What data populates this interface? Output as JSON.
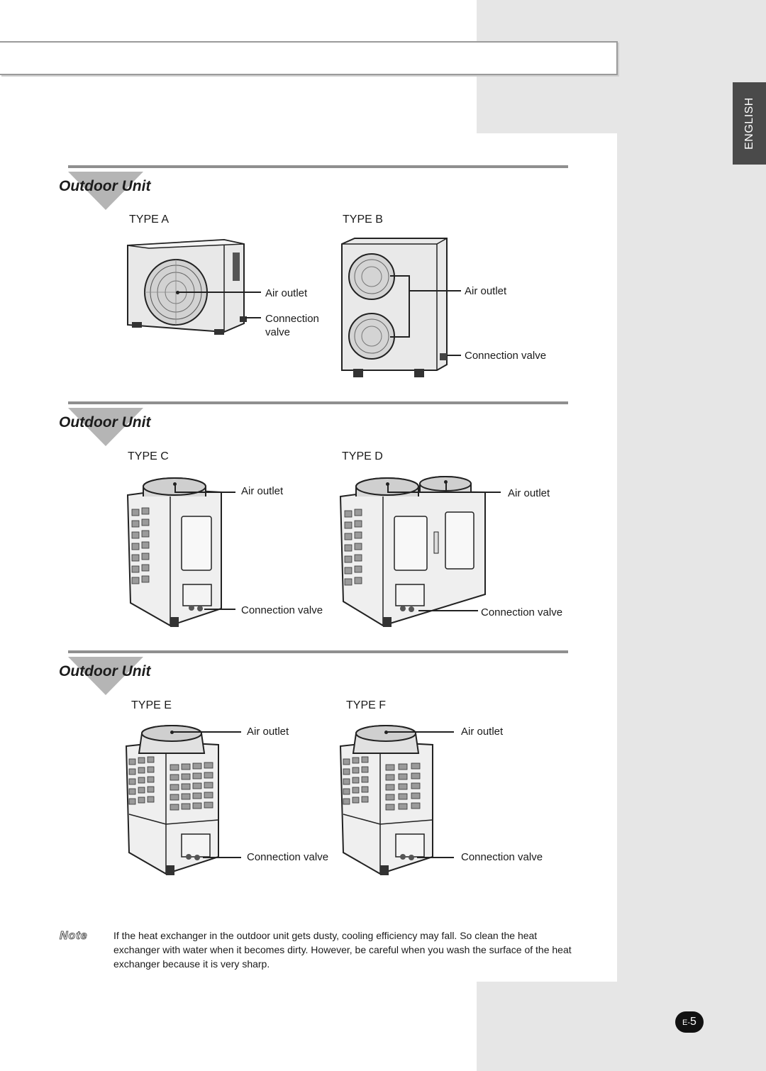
{
  "language_tab": "ENGLISH",
  "sections": [
    {
      "title": "Outdoor Unit",
      "types": [
        {
          "label": "TYPE A",
          "air_outlet": "Air outlet",
          "connection_valve": "Connection valve"
        },
        {
          "label": "TYPE B",
          "air_outlet": "Air outlet",
          "connection_valve": "Connection valve"
        }
      ]
    },
    {
      "title": "Outdoor Unit",
      "types": [
        {
          "label": "TYPE C",
          "air_outlet": "Air outlet",
          "connection_valve": "Connection valve"
        },
        {
          "label": "TYPE D",
          "air_outlet": "Air outlet",
          "connection_valve": "Connection valve"
        }
      ]
    },
    {
      "title": "Outdoor Unit",
      "types": [
        {
          "label": "TYPE E",
          "air_outlet": "Air outlet",
          "connection_valve": "Connection valve"
        },
        {
          "label": "TYPE F",
          "air_outlet": "Air outlet",
          "connection_valve": "Connection valve"
        }
      ]
    }
  ],
  "type_a_valve_lines": [
    "Connection",
    "valve"
  ],
  "note": {
    "label": "Note",
    "text": "If the heat exchanger in the outdoor unit gets dusty, cooling efficiency may fall. So clean the heat exchanger with water when it becomes dirty. However, be careful when you wash the surface of the heat exchanger because it is very sharp."
  },
  "page_number": {
    "prefix": "E-",
    "number": "5"
  }
}
